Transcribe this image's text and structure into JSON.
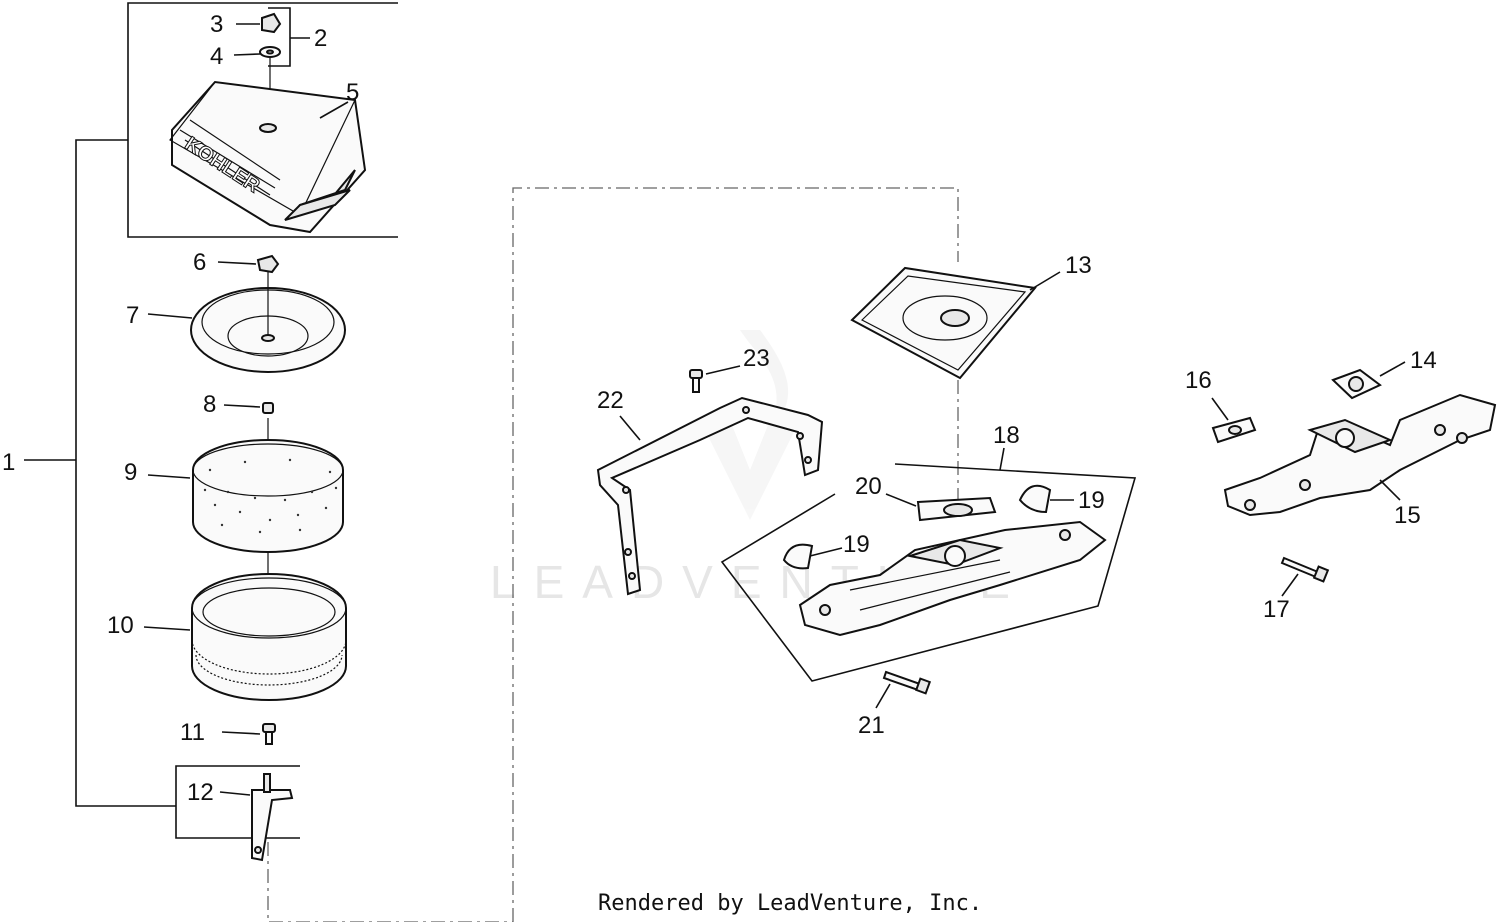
{
  "diagram": {
    "callouts": [
      {
        "id": "1",
        "text": "1"
      },
      {
        "id": "2",
        "text": "2"
      },
      {
        "id": "3",
        "text": "3"
      },
      {
        "id": "4",
        "text": "4"
      },
      {
        "id": "5",
        "text": "5"
      },
      {
        "id": "6",
        "text": "6"
      },
      {
        "id": "7",
        "text": "7"
      },
      {
        "id": "8",
        "text": "8"
      },
      {
        "id": "9",
        "text": "9"
      },
      {
        "id": "10",
        "text": "10"
      },
      {
        "id": "11",
        "text": "11"
      },
      {
        "id": "12",
        "text": "12"
      },
      {
        "id": "13",
        "text": "13"
      },
      {
        "id": "14",
        "text": "14"
      },
      {
        "id": "15",
        "text": "15"
      },
      {
        "id": "16",
        "text": "16"
      },
      {
        "id": "17",
        "text": "17"
      },
      {
        "id": "18",
        "text": "18"
      },
      {
        "id": "19a",
        "text": "19"
      },
      {
        "id": "19b",
        "text": "19"
      },
      {
        "id": "20",
        "text": "20"
      },
      {
        "id": "21",
        "text": "21"
      },
      {
        "id": "22",
        "text": "22"
      },
      {
        "id": "23",
        "text": "23"
      }
    ],
    "cover_logo": "KOHLER",
    "watermark": "LEADVENTURE",
    "credit": "Rendered by LeadVenture, Inc."
  }
}
